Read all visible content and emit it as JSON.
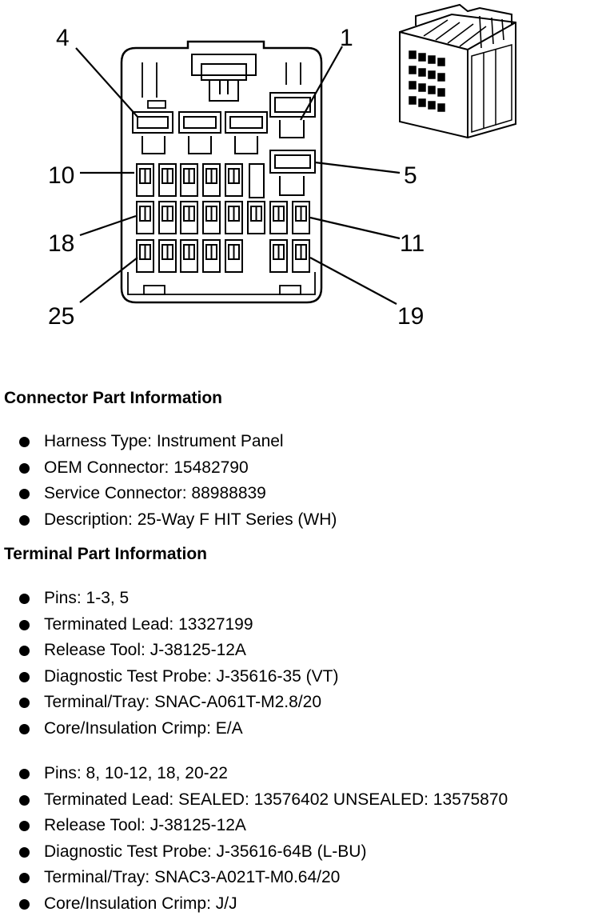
{
  "pin_callouts": {
    "p4": "4",
    "p1": "1",
    "p10": "10",
    "p5": "5",
    "p18": "18",
    "p11": "11",
    "p25": "25",
    "p19": "19"
  },
  "connector_info": {
    "title": "Connector Part Information",
    "items": [
      "Harness Type: Instrument Panel",
      "OEM Connector: 15482790",
      "Service Connector: 88988839",
      "Description: 25-Way F HIT Series (WH)"
    ]
  },
  "terminal_info": {
    "title": "Terminal Part Information",
    "group1": [
      "Pins: 1-3, 5",
      "Terminated Lead: 13327199",
      "Release Tool: J-38125-12A",
      "Diagnostic Test Probe: J-35616-35 (VT)",
      "Terminal/Tray: SNAC-A061T-M2.8/20",
      "Core/Insulation Crimp: E/A"
    ],
    "group2": [
      "Pins: 8, 10-12, 18, 20-22",
      "Terminated Lead: SEALED: 13576402 UNSEALED: 13575870",
      "Release Tool: J-38125-12A",
      "Diagnostic Test Probe: J-35616-64B (L-BU)",
      "Terminal/Tray: SNAC3-A021T-M0.64/20",
      "Core/Insulation Crimp: J/J"
    ]
  }
}
